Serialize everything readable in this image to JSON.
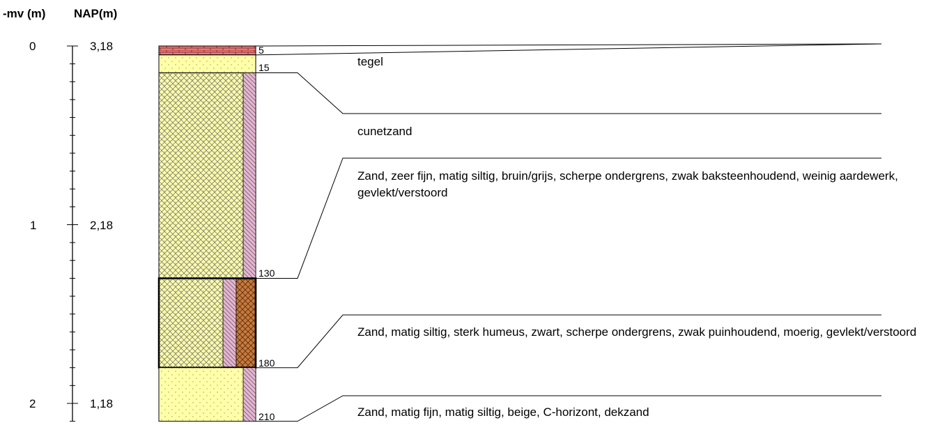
{
  "headers": {
    "mv": "-mv (m)",
    "nap": "NAP(m)"
  },
  "axis": {
    "depth_ticks": [
      "0",
      "1",
      "2"
    ],
    "nap_ticks": [
      "3,18",
      "2,18",
      "1,18"
    ]
  },
  "layers": [
    {
      "top_cm": 0,
      "bottom_cm": 5,
      "bottom_label": "5",
      "description": "tegel",
      "pattern": "brick"
    },
    {
      "top_cm": 5,
      "bottom_cm": 15,
      "bottom_label": "15",
      "description": "cunetzand",
      "pattern": "sand"
    },
    {
      "top_cm": 15,
      "bottom_cm": 130,
      "bottom_label": "130",
      "description": "Zand, zeer fijn, matig siltig, bruin/grijs, scherpe ondergrens, zwak baksteenhoudend, weinig aardewerk, gevlekt/verstoord",
      "pattern": "sand-silt"
    },
    {
      "top_cm": 130,
      "bottom_cm": 180,
      "bottom_label": "180",
      "description": "Zand, matig siltig, sterk humeus, zwart, scherpe ondergrens, zwak puinhoudend, moerig, gevlekt/verstoord",
      "pattern": "sand-silt-humus"
    },
    {
      "top_cm": 180,
      "bottom_cm": 210,
      "bottom_label": "210",
      "description": "Zand, matig fijn, matig siltig, beige, C-horizont, dekzand",
      "pattern": "sand"
    }
  ],
  "colors": {
    "brick": "#e87878",
    "sand": "#ffffa8",
    "silt_side": "#e3b7d2",
    "humus": "#c87a3c"
  }
}
